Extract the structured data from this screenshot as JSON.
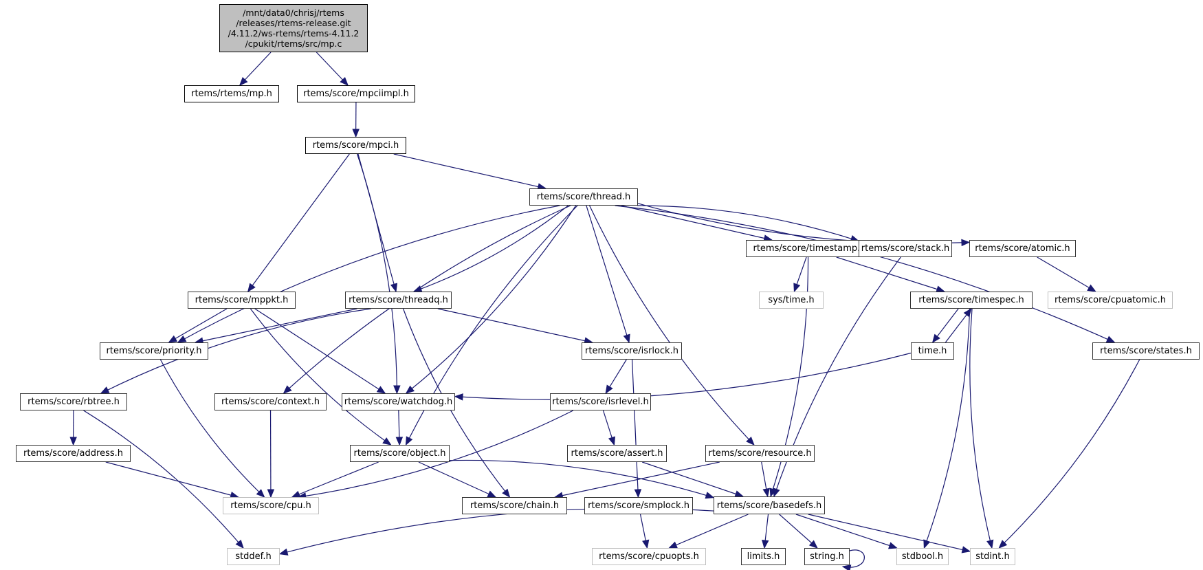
{
  "graph": {
    "title": "Include dependency graph for mp.c",
    "edge_color": "#191970",
    "root_fill": "#bfbfbf",
    "external_border": "#bfbfbf",
    "nodes": [
      {
        "id": "root",
        "label": "/mnt/data0/chrisj/rtems\n/releases/rtems-release.git\n/4.11.2/ws-rtems/rtems-4.11.2\n/cpukit/rtems/src/mp.c",
        "kind": "root"
      },
      {
        "id": "mp_h",
        "label": "rtems/rtems/mp.h",
        "kind": "internal"
      },
      {
        "id": "mpciimpl_h",
        "label": "rtems/score/mpciimpl.h",
        "kind": "internal"
      },
      {
        "id": "mpci_h",
        "label": "rtems/score/mpci.h",
        "kind": "internal"
      },
      {
        "id": "thread_h",
        "label": "rtems/score/thread.h",
        "kind": "internal"
      },
      {
        "id": "timestamp_h",
        "label": "rtems/score/timestamp.h",
        "kind": "internal"
      },
      {
        "id": "stack_h",
        "label": "rtems/score/stack.h",
        "kind": "internal"
      },
      {
        "id": "atomic_h",
        "label": "rtems/score/atomic.h",
        "kind": "internal"
      },
      {
        "id": "mppkt_h",
        "label": "rtems/score/mppkt.h",
        "kind": "internal"
      },
      {
        "id": "threadq_h",
        "label": "rtems/score/threadq.h",
        "kind": "internal"
      },
      {
        "id": "systime_h",
        "label": "sys/time.h",
        "kind": "external"
      },
      {
        "id": "timespec_h",
        "label": "rtems/score/timespec.h",
        "kind": "internal"
      },
      {
        "id": "cpuatomic_h",
        "label": "rtems/score/cpuatomic.h",
        "kind": "external"
      },
      {
        "id": "priority_h",
        "label": "rtems/score/priority.h",
        "kind": "internal"
      },
      {
        "id": "isrlock_h",
        "label": "rtems/score/isrlock.h",
        "kind": "internal"
      },
      {
        "id": "time_h",
        "label": "time.h",
        "kind": "internal"
      },
      {
        "id": "states_h",
        "label": "rtems/score/states.h",
        "kind": "internal"
      },
      {
        "id": "rbtree_h",
        "label": "rtems/score/rbtree.h",
        "kind": "internal"
      },
      {
        "id": "context_h",
        "label": "rtems/score/context.h",
        "kind": "internal"
      },
      {
        "id": "watchdog_h",
        "label": "rtems/score/watchdog.h",
        "kind": "internal"
      },
      {
        "id": "isrlevel_h",
        "label": "rtems/score/isrlevel.h",
        "kind": "internal"
      },
      {
        "id": "address_h",
        "label": "rtems/score/address.h",
        "kind": "internal"
      },
      {
        "id": "object_h",
        "label": "rtems/score/object.h",
        "kind": "internal"
      },
      {
        "id": "assert_h",
        "label": "rtems/score/assert.h",
        "kind": "internal"
      },
      {
        "id": "resource_h",
        "label": "rtems/score/resource.h",
        "kind": "internal"
      },
      {
        "id": "cpu_h",
        "label": "rtems/score/cpu.h",
        "kind": "external"
      },
      {
        "id": "chain_h",
        "label": "rtems/score/chain.h",
        "kind": "internal"
      },
      {
        "id": "smplock_h",
        "label": "rtems/score/smplock.h",
        "kind": "internal"
      },
      {
        "id": "basedefs_h",
        "label": "rtems/score/basedefs.h",
        "kind": "internal"
      },
      {
        "id": "stddef_h",
        "label": "stddef.h",
        "kind": "external"
      },
      {
        "id": "cpuopts_h",
        "label": "rtems/score/cpuopts.h",
        "kind": "external"
      },
      {
        "id": "limits_h",
        "label": "limits.h",
        "kind": "internal"
      },
      {
        "id": "string_h",
        "label": "string.h",
        "kind": "internal"
      },
      {
        "id": "stdbool_h",
        "label": "stdbool.h",
        "kind": "external"
      },
      {
        "id": "stdint_h",
        "label": "stdint.h",
        "kind": "external"
      }
    ],
    "edges": [
      [
        "root",
        "mp_h"
      ],
      [
        "root",
        "mpciimpl_h"
      ],
      [
        "mpciimpl_h",
        "mpci_h"
      ],
      [
        "mpci_h",
        "thread_h"
      ],
      [
        "mpci_h",
        "mppkt_h"
      ],
      [
        "mpci_h",
        "threadq_h"
      ],
      [
        "mpci_h",
        "watchdog_h"
      ],
      [
        "thread_h",
        "timestamp_h"
      ],
      [
        "thread_h",
        "stack_h"
      ],
      [
        "thread_h",
        "atomic_h"
      ],
      [
        "thread_h",
        "states_h"
      ],
      [
        "thread_h",
        "priority_h"
      ],
      [
        "thread_h",
        "threadq_h"
      ],
      [
        "thread_h",
        "context_h"
      ],
      [
        "thread_h",
        "watchdog_h"
      ],
      [
        "thread_h",
        "object_h"
      ],
      [
        "thread_h",
        "isrlock_h"
      ],
      [
        "thread_h",
        "resource_h"
      ],
      [
        "timestamp_h",
        "systime_h"
      ],
      [
        "timestamp_h",
        "timespec_h"
      ],
      [
        "timestamp_h",
        "basedefs_h"
      ],
      [
        "stack_h",
        "basedefs_h"
      ],
      [
        "atomic_h",
        "cpuatomic_h"
      ],
      [
        "mppkt_h",
        "priority_h"
      ],
      [
        "mppkt_h",
        "watchdog_h"
      ],
      [
        "mppkt_h",
        "object_h"
      ],
      [
        "threadq_h",
        "priority_h"
      ],
      [
        "threadq_h",
        "rbtree_h"
      ],
      [
        "threadq_h",
        "isrlock_h"
      ],
      [
        "threadq_h",
        "chain_h"
      ],
      [
        "timespec_h",
        "time_h"
      ],
      [
        "time_h",
        "timespec_h"
      ],
      [
        "timespec_h",
        "stdbool_h"
      ],
      [
        "timespec_h",
        "stdint_h"
      ],
      [
        "time_h",
        "watchdog_h"
      ],
      [
        "priority_h",
        "cpu_h"
      ],
      [
        "isrlock_h",
        "isrlevel_h"
      ],
      [
        "isrlock_h",
        "smplock_h"
      ],
      [
        "states_h",
        "stdint_h"
      ],
      [
        "rbtree_h",
        "address_h"
      ],
      [
        "rbtree_h",
        "stddef_h"
      ],
      [
        "context_h",
        "cpu_h"
      ],
      [
        "watchdog_h",
        "object_h"
      ],
      [
        "isrlevel_h",
        "assert_h"
      ],
      [
        "isrlevel_h",
        "cpu_h"
      ],
      [
        "address_h",
        "cpu_h"
      ],
      [
        "object_h",
        "cpu_h"
      ],
      [
        "object_h",
        "chain_h"
      ],
      [
        "object_h",
        "basedefs_h"
      ],
      [
        "assert_h",
        "basedefs_h"
      ],
      [
        "resource_h",
        "chain_h"
      ],
      [
        "resource_h",
        "basedefs_h"
      ],
      [
        "smplock_h",
        "cpuopts_h"
      ],
      [
        "basedefs_h",
        "stddef_h"
      ],
      [
        "basedefs_h",
        "cpuopts_h"
      ],
      [
        "basedefs_h",
        "limits_h"
      ],
      [
        "basedefs_h",
        "string_h"
      ],
      [
        "basedefs_h",
        "stdbool_h"
      ],
      [
        "basedefs_h",
        "stdint_h"
      ],
      [
        "string_h",
        "string_h"
      ]
    ]
  }
}
